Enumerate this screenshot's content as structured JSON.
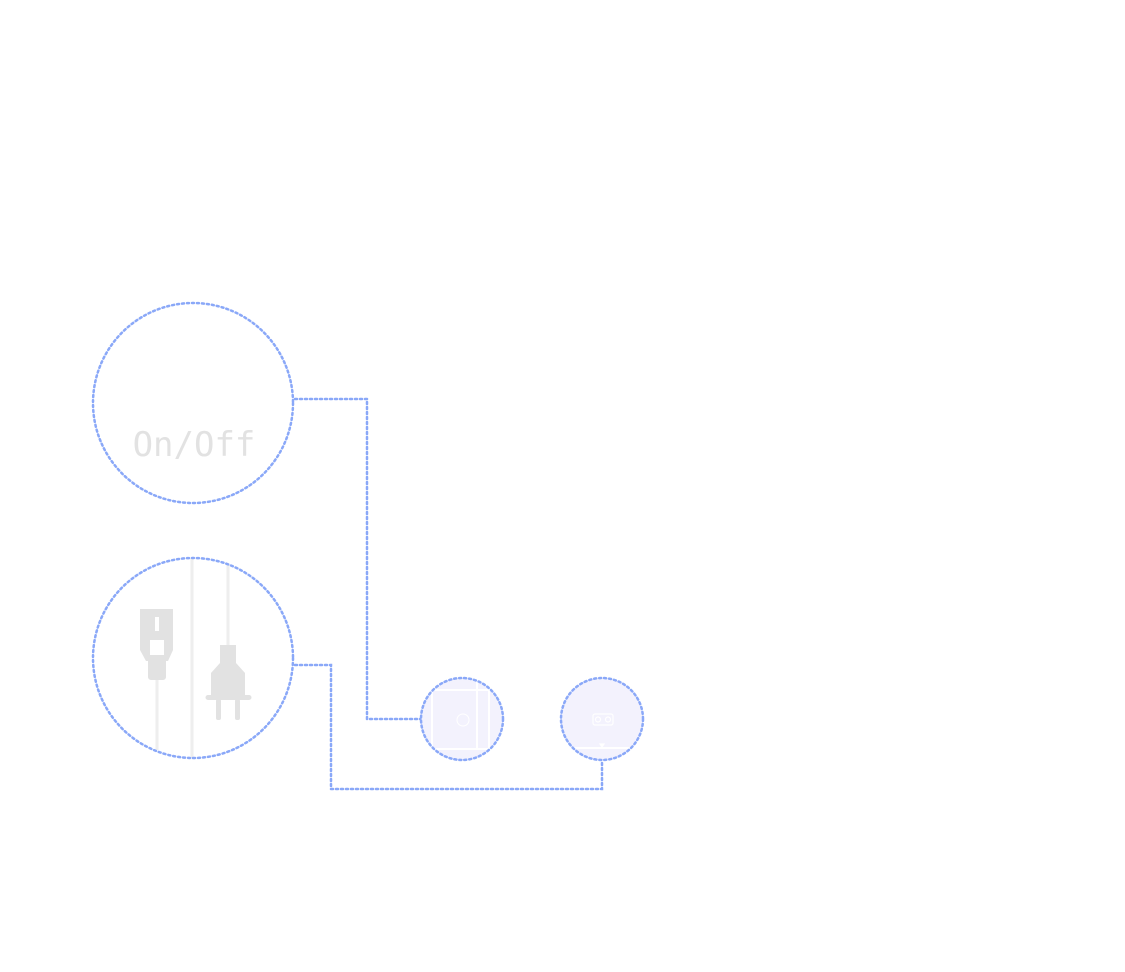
{
  "diagram": {
    "switch_label": "On/Off",
    "colors": {
      "connector": "#8aa8f8",
      "icon": "#e2e2e2",
      "node_fill": "#f3f2fd"
    },
    "nodes": [
      {
        "id": "on-off",
        "icon": "power-switch-icon"
      },
      {
        "id": "plugs",
        "icon": "plug-icon"
      },
      {
        "id": "wall-socket",
        "icon": "wall-socket-icon"
      },
      {
        "id": "power-strip",
        "icon": "power-strip-icon"
      }
    ]
  }
}
